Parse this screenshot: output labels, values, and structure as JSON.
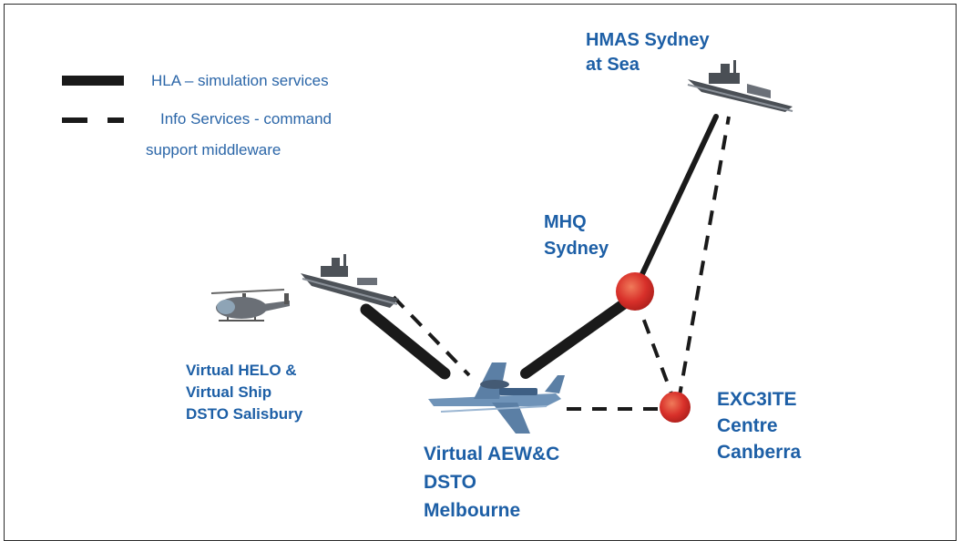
{
  "legend": {
    "hla_label": "HLA – simulation services",
    "info_label_line1": "Info Services - command",
    "info_label_line2": "support middleware"
  },
  "nodes": {
    "hmas": {
      "line1": "HMAS Sydney",
      "line2": "at Sea"
    },
    "mhq": {
      "line1": "MHQ",
      "line2": "Sydney"
    },
    "excite": {
      "line1": "EXC3ITE",
      "line2": "Centre",
      "line3": "Canberra"
    },
    "helo": {
      "line1": "Virtual HELO &",
      "line2": "Virtual Ship",
      "line3": "DSTO Salisbury"
    },
    "aewc": {
      "line1": "Virtual AEW&C",
      "line2": "DSTO",
      "line3": "Melbourne"
    }
  },
  "colors": {
    "label_blue": "#1d5fa6",
    "hub_red": "#d8302a",
    "link_dark": "#1a1a1a"
  }
}
